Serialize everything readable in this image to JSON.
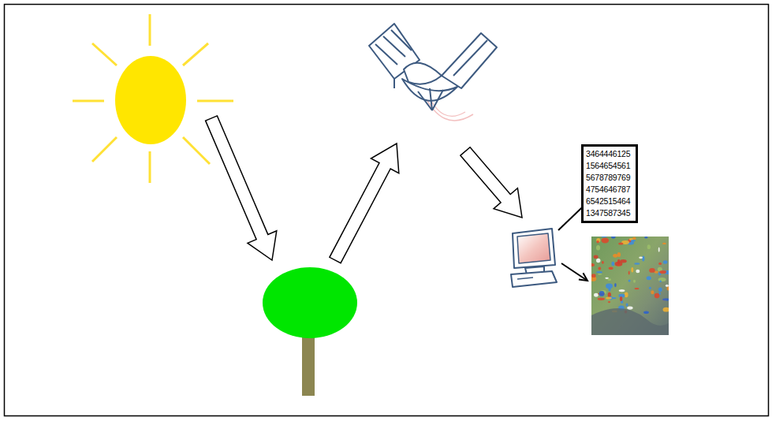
{
  "diagram": {
    "nodes": [
      {
        "text": [
          "3464446125",
          "1564654561",
          "5678789769",
          "4754646787",
          "6542515464",
          "1347587345"
        ]
      }
    ]
  }
}
